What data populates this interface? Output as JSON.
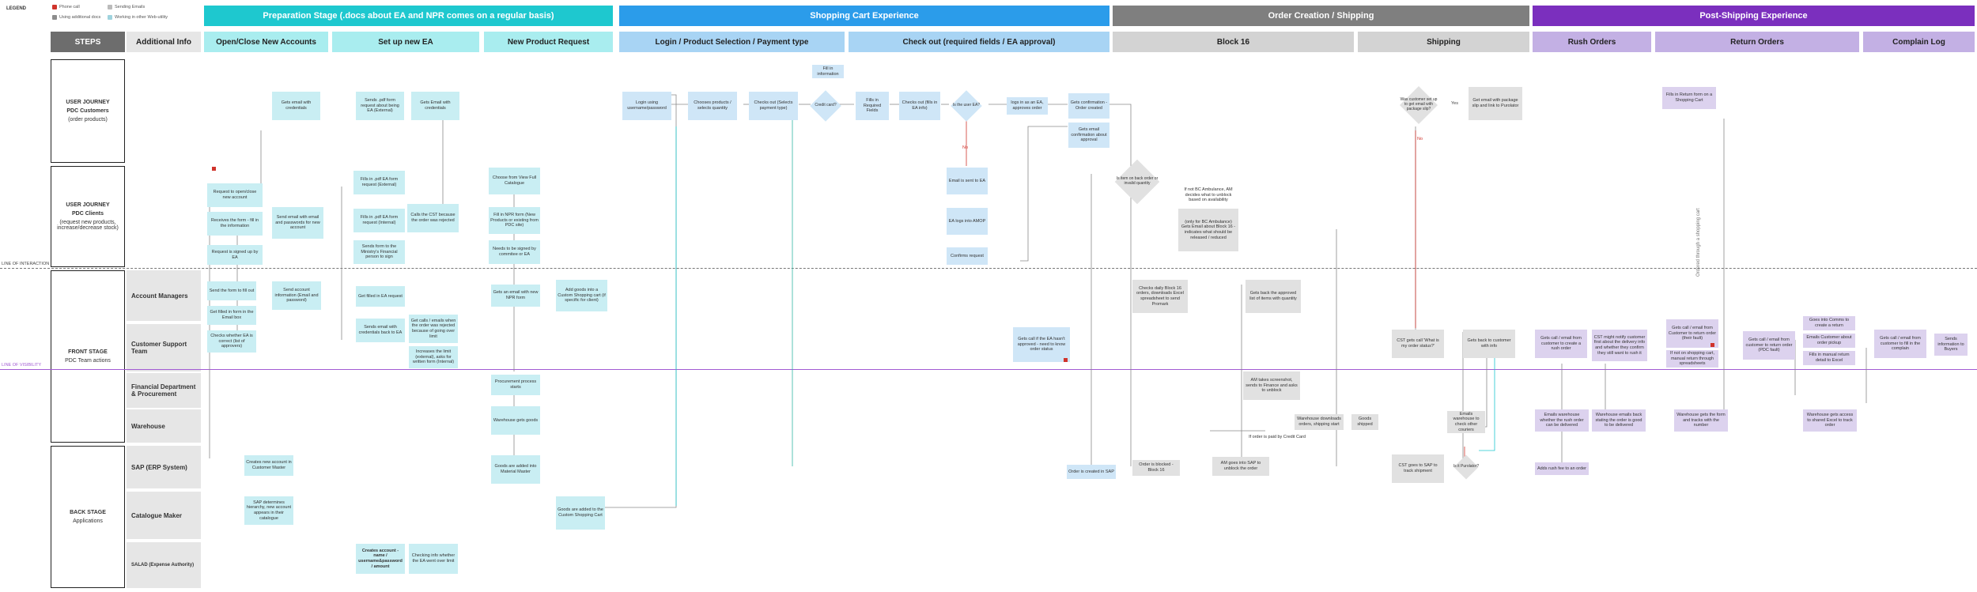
{
  "legend": {
    "title": "LEGEND",
    "items": [
      {
        "label": "Phone call",
        "color": "#d0342c"
      },
      {
        "label": "Sending Emails",
        "color": "#bbbbbb"
      },
      {
        "label": "Using additional docs",
        "color": "#8d8d8d"
      },
      {
        "label": "Working in other Web-utility",
        "color": "#9fd3de"
      }
    ]
  },
  "stages": [
    {
      "label": "Preparation Stage (.docs about EA and NPR comes on a regular basis)",
      "color": "#1ec8cf"
    },
    {
      "label": "Shopping Cart Experience",
      "color": "#2b9cea"
    },
    {
      "label": "Order Creation / Shipping",
      "color": "#7f7f7f"
    },
    {
      "label": "Post-Shipping Experience",
      "color": "#7b2fbe"
    }
  ],
  "columns": {
    "steps": "STEPS",
    "additional": "Additional Info",
    "items": [
      "Open/Close New Accounts",
      "Set up new EA",
      "New Product Request",
      "Login / Product Selection / Payment type",
      "Check out (required fields / EA approval)",
      "Block 16",
      "Shipping",
      "Rush Orders",
      "Return Orders",
      "Complain Log"
    ]
  },
  "rows": {
    "journey_customers": {
      "title": "USER JOURNEY",
      "sub": "PDC Customers",
      "note": "(order products)"
    },
    "journey_clients": {
      "title": "USER JOURNEY",
      "sub": "PDC Clients",
      "note": "(request new products, increase/decrease stock)"
    },
    "front": {
      "title": "FRONT STAGE",
      "sub": "PDC Team actions"
    },
    "back": {
      "title": "BACK STAGE",
      "sub": "Applications"
    }
  },
  "sublanes": [
    "Account Managers",
    "Customer Support Team",
    "Financial Department & Procurement",
    "Warehouse",
    "SAP (ERP System)",
    "Catalogue Maker",
    "SALAD (Expense Authority)"
  ],
  "lines": {
    "interaction": "LINE OF INTERACTION",
    "visibility": "LINE OF VISIBILITY"
  },
  "notes": {
    "n1": "Gets email with credentials",
    "n2": "Sends .pdf form request about being EA (External)",
    "n3": "Gets Email with credentials",
    "n4": "Request to open/close new account",
    "n5": "Receives the form - fill in the information",
    "n6": "Request is signed up by EA",
    "n7": "Send email with email and passwords for new account",
    "n8": "Fills in .pdf EA form request (External)",
    "n9": "Fills in .pdf EA form request (Internal)",
    "n10": "Sends form to the Ministry's Financial person to sign",
    "n11": "Calls the CST because the order was rejected",
    "n12": "Choose from View Full Catalogue",
    "n13": "Fill in NPR form (New Products or existing from PDC site)",
    "n14": "Needs to be signed by commitee or EA",
    "n15": "Send the form to fill out",
    "n16": "Get filled in form in the Email box",
    "n17": "Checks whether EA is correct (list of approvers)",
    "n18": "Send account information (Email and password)",
    "n19": "Get filled in EA request",
    "n20": "Sends email with credentials back to EA",
    "n21": "Get calls / emails when the order was rejected because of going over limit",
    "n22": "Increases the limit (external), asks for written form (Internal)",
    "n23": "Gets an email with new NPR form",
    "n24": "Add goods into a Custom Shopping cart (if specific for client)",
    "n25": "Procurement process starts",
    "n26": "Warehouse gets goods",
    "n27": "Goods are added into Material Master",
    "n28": "Goods are added to the Custom Shopping Cart",
    "n29": "Creates new account in Customer Master",
    "n30": "SAP determines hierarchy, new account appears in their catalogue",
    "n31": "Creates account - name / username&password / amount",
    "n32": "Checking info whether the EA went over limit",
    "n33": "Login using username/password",
    "n34": "Chooses products / selects quantity",
    "n35": "Checks out (Selects payment type)",
    "n36": "Credit card?",
    "n37": "Fill in information",
    "n38": "Fills in Required Fields",
    "n39": "Checks out (fills in EA info)",
    "n40": "Is the user EA?",
    "n41": "logs in as an EA, approves order",
    "n42": "Gets confirmation - Order created",
    "n43": "Gets email confirmation about approval",
    "n44": "Email is sent to EA",
    "n45": "EA logs into AMOP",
    "n46": "Confirms request",
    "n47": "Gets call if the EA hasn't approved - need to know order status",
    "n48": "Order is created in SAP",
    "n49": "Is item on back order or invalid quantity",
    "n50": "If not BC Ambulance, AM decides what to unblock based on availability",
    "n51": "(only for BC Ambulance) Gets Email about Block 16 - indicates what should be released / reduced",
    "n52": "Checks daily Block 16 orders, downloads Excel spreadsheet to send Promark",
    "n53": "Gets back the approved list of items with quantity",
    "n54": "AM takes screenshot, sends to Finance and asks to unblock",
    "n55": "Warehouse downloads orders, shipping start",
    "n56": "Goods shipped",
    "n57": "If order is paid by Credit Card",
    "n58": "Order is blocked - Block 16",
    "n59": "AM goes into SAP to unblock the order",
    "n60": "Was customer set up to get email with package slip?",
    "n61": "Get email with package slip and link to Purolator",
    "n62": "CST gets call 'What is my order status?'",
    "n63": "Gets back to customer with info",
    "n64": "Emails warehouse to check other couriers",
    "n65": "CST goes to SAP to track shipment",
    "n66": "Is it Purolator?",
    "n67": "Gets call / email from customer to create a rush order",
    "n68": "CST might notify customer first about the delivery info and whether they confirm they still want to rush it",
    "n69": "Emails warehouse whether the rush order can be delivered",
    "n70": "Warehouse emails back stating the order is good to be delivered",
    "n71": "Adds rush fee to an order",
    "n72": "Fills in Return form on a Shopping Cart",
    "n73": "Gets call / email from Customer to return order (their fault)",
    "n74": "If not on shopping cart, manual return through spreadsheets",
    "n75": "Gets call / email from customer to return order (PDC fault)",
    "n76": "Goes into Comms to create a return",
    "n77": "Emails Customer about order pickup",
    "n78": "Fills in manual return detail to Excel",
    "n79": "Warehouse gets the form and tracks with the number",
    "n80": "Warehouse gets access to shared Excel to track order",
    "n81": "Gets call / email from customer to fill in the complain",
    "n82": "Sends information to Buyers",
    "vertical": "Ordered through a shopping cart",
    "yes": "Yes",
    "no": "No"
  }
}
